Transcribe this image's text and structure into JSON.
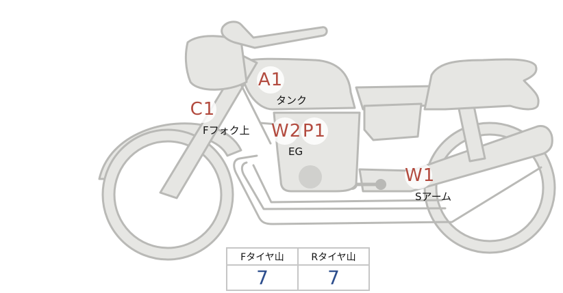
{
  "markers": {
    "a1": {
      "code": "A1",
      "label": "タンク"
    },
    "c1": {
      "code": "C1",
      "label": "Fフォク上"
    },
    "w2": {
      "code": "W2",
      "label": "EG"
    },
    "p1": {
      "code": "P1",
      "label": ""
    },
    "w1": {
      "code": "W1",
      "label": "Sアーム"
    }
  },
  "tire_table": {
    "headers": [
      "Fタイヤ山",
      "Rタイヤ山"
    ],
    "values": [
      "7",
      "7"
    ]
  },
  "colors": {
    "body_fill": "#e6e6e3",
    "outline": "#b9b9b6",
    "marker_text": "#b24a3e",
    "value_text": "#2d4e8d"
  }
}
